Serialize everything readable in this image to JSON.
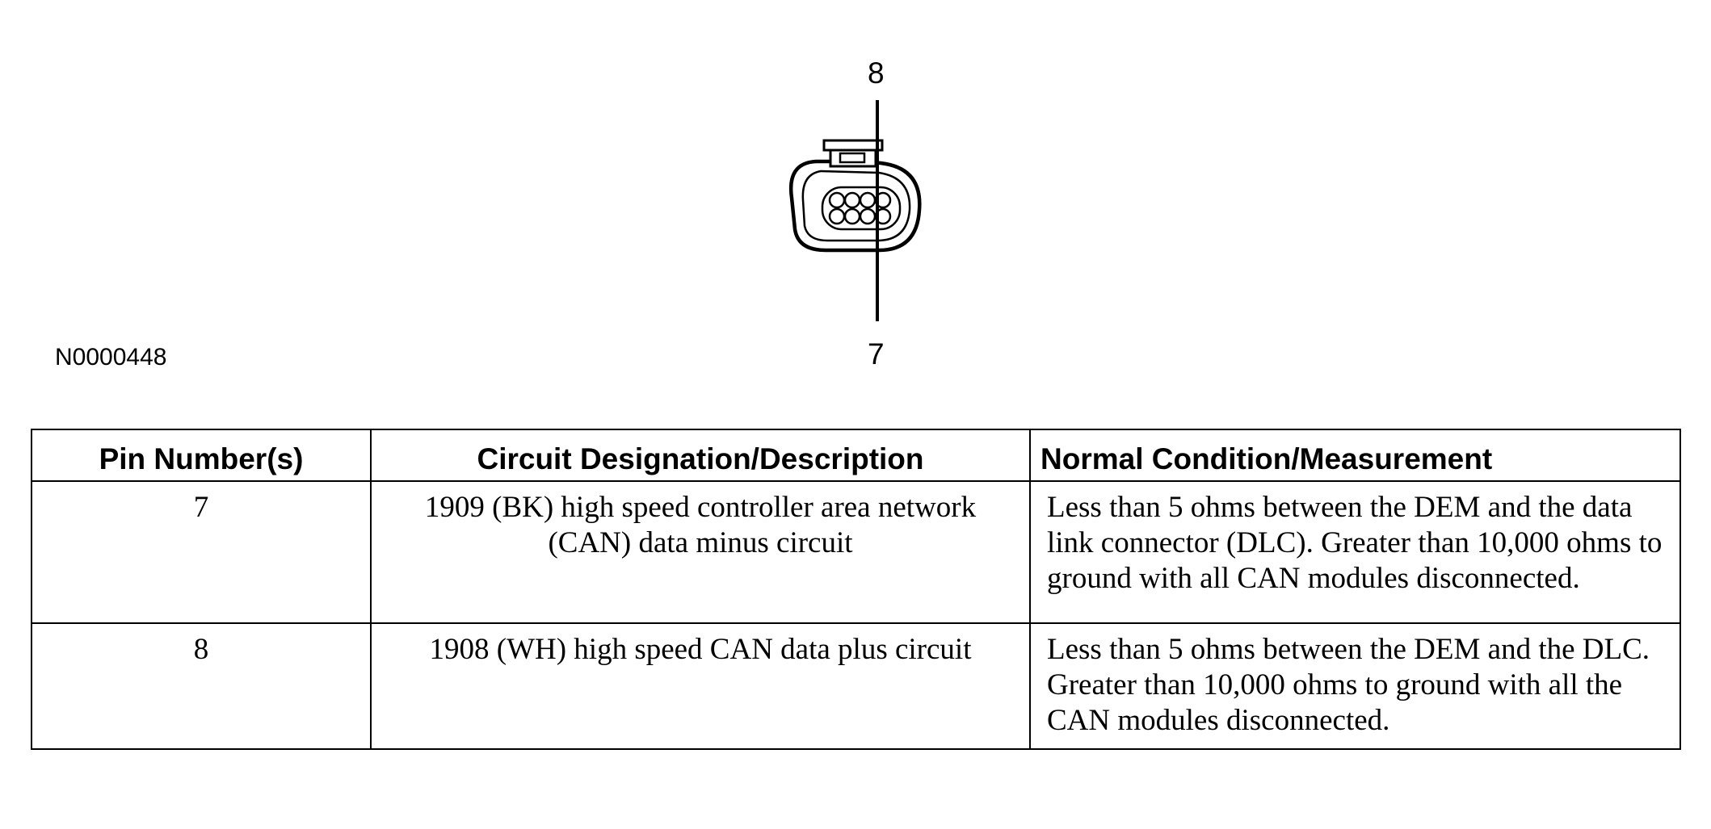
{
  "figure": {
    "pin_top_label": "8",
    "pin_bottom_label": "7",
    "figure_id": "N0000448",
    "connector_icon": "connector-8-pin-icon"
  },
  "table": {
    "headers": {
      "pin": "Pin Number(s)",
      "circuit": "Circuit Designation/Description",
      "condition": "Normal Condition/Measurement"
    },
    "rows": [
      {
        "pin": "7",
        "circuit": "1909 (BK) high speed controller area network (CAN) data minus circuit",
        "condition": "Less than 5 ohms between the DEM and the data link connector (DLC). Greater than 10,000 ohms to ground with all CAN modules disconnected."
      },
      {
        "pin": "8",
        "circuit": "1908 (WH) high speed CAN data plus circuit",
        "condition": "Less than 5 ohms between the DEM and the DLC. Greater than 10,000 ohms to ground with all the CAN modules disconnected."
      }
    ]
  }
}
